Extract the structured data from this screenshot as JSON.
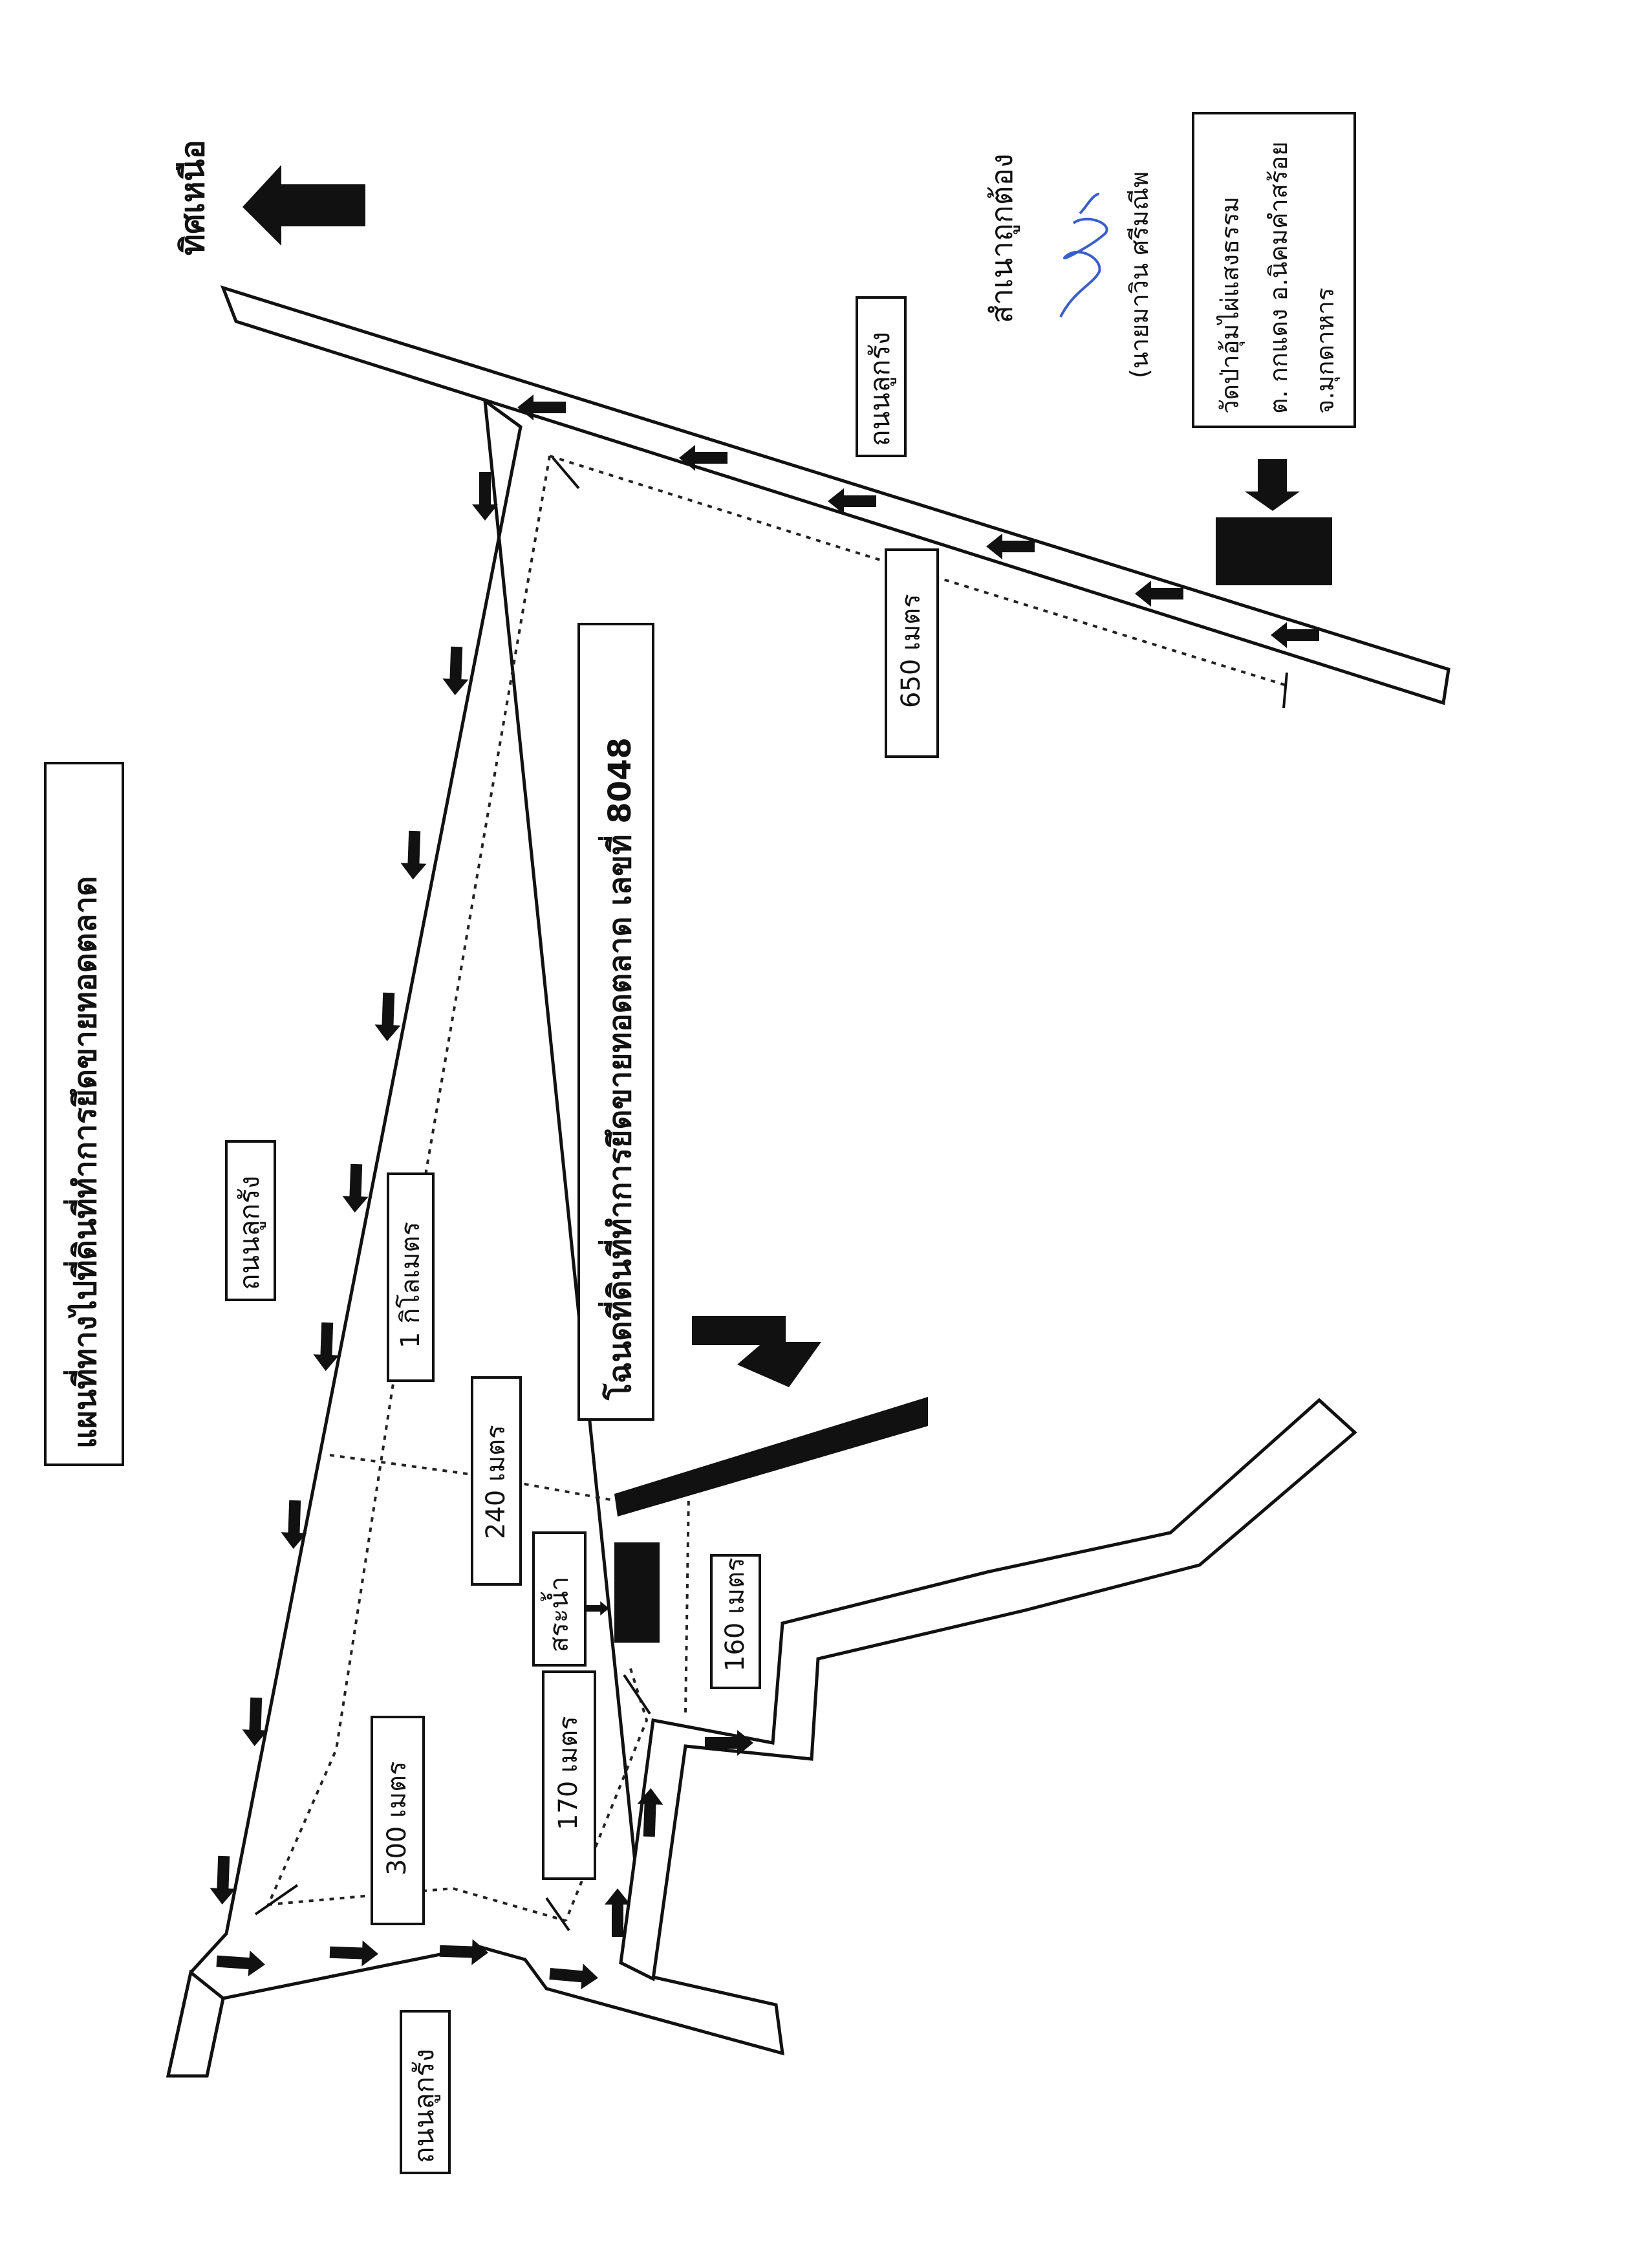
{
  "map": {
    "title": "แผนที่ทางไปที่ดินที่ทำการยึดขายทอดตลาด",
    "plot_title": "โฉนดที่ดินที่ทำการยึดขายทอดตลาด เลขที่ 8048",
    "north_label": "ทิศเหนือ",
    "road_label": "ถนนลูกรัง",
    "pond_label": "สระน้ำ",
    "temple": {
      "line1": "วัดป่าอุ้มไผ่แสงธรรม",
      "line2": "ต. กกแดง อ.นิคมคำสร้อย",
      "line3": "จ.มุกดาหาร"
    },
    "certification": {
      "line1": "สำเนาถูกต้อง",
      "line2": "(นายมาวิน ศรีมณีพ",
      "color": "#3b5fc8"
    },
    "distances": {
      "d650": "650 เมตร",
      "d1km": "1 กิโลเมตร",
      "d240": "240 เมตร",
      "d160": "160 เมตร",
      "d170": "170 เมตร",
      "d300": "300 เมตร"
    }
  }
}
